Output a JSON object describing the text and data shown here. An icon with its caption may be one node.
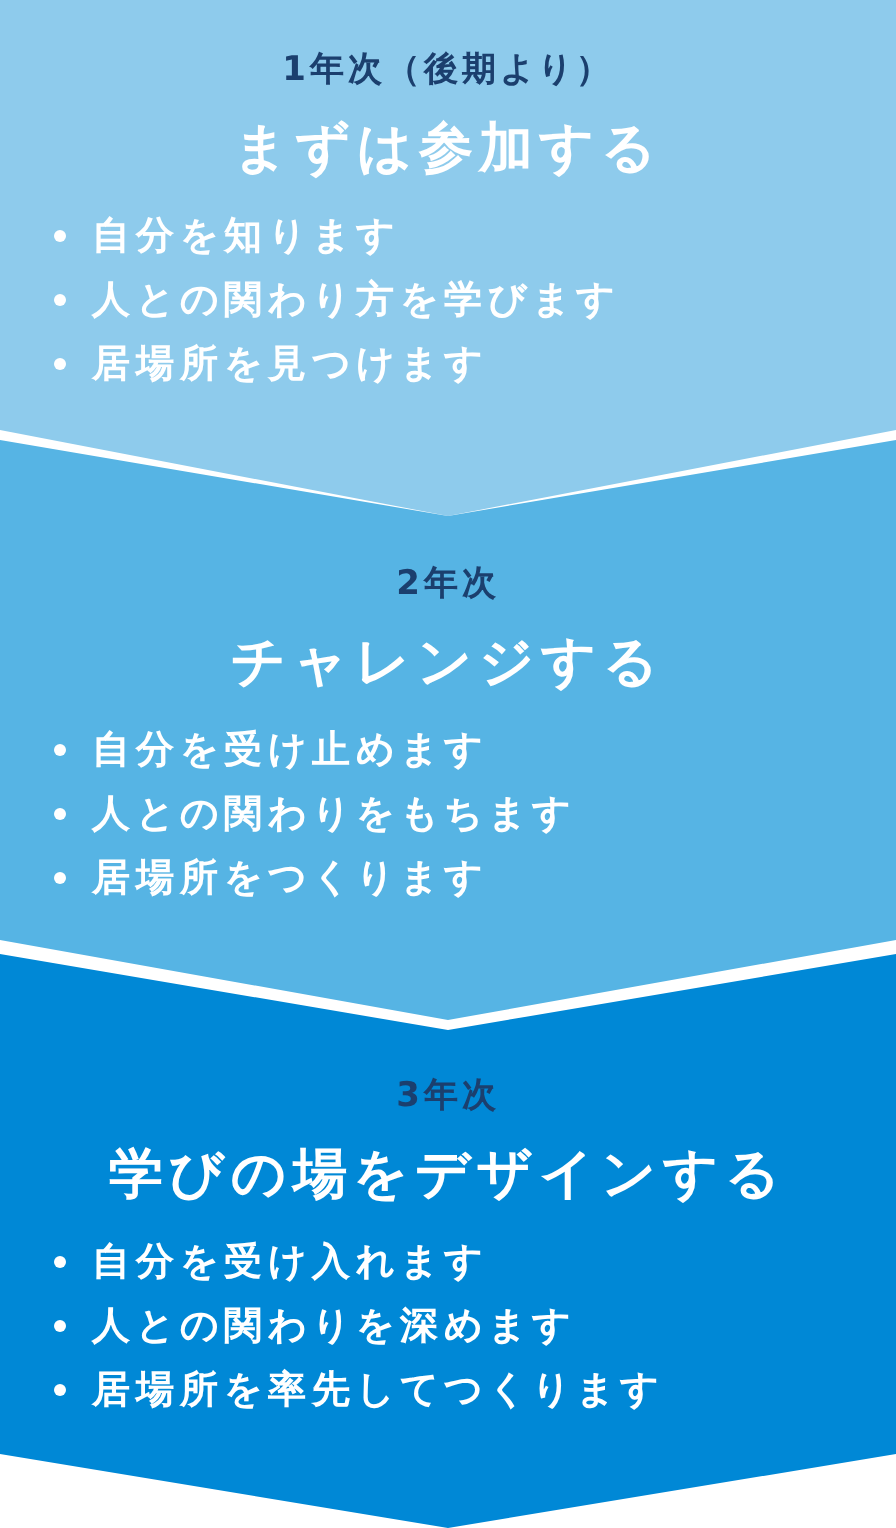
{
  "diagram": {
    "nodes": [
      {
        "text": [
          "1年次（後期より）",
          "まずは参加する",
          "自分を知ります",
          "人との関わり方を学びます",
          "居場所を見つけます"
        ]
      },
      {
        "text": [
          "2年次",
          "チャレンジする",
          "自分を受け止めます",
          "人との関わりをもちます",
          "居場所をつくります"
        ]
      },
      {
        "text": [
          "3年次",
          "学びの場をデザインする",
          "自分を受け入れます",
          "人との関わりを深めます",
          "居場所を率先してつくります"
        ]
      }
    ]
  }
}
